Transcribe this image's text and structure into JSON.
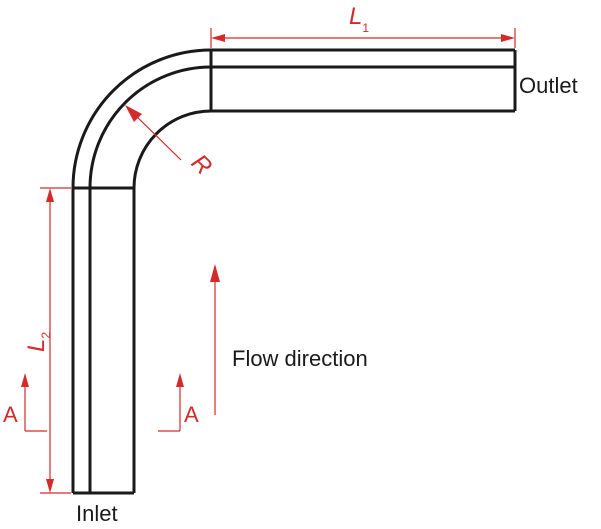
{
  "diagram": {
    "labels": {
      "outlet": "Outlet",
      "inlet": "Inlet",
      "flow_direction": "Flow direction",
      "section_left": "A",
      "section_right": "A",
      "radius": "R",
      "length_1_var": "L",
      "length_1_sub": "1",
      "length_2_var": "L",
      "length_2_sub": "2"
    },
    "colors": {
      "pipe": "#1a1a1a",
      "dimension": "#d62a2a",
      "text": "#1a1a1a",
      "background": "#ffffff"
    }
  }
}
